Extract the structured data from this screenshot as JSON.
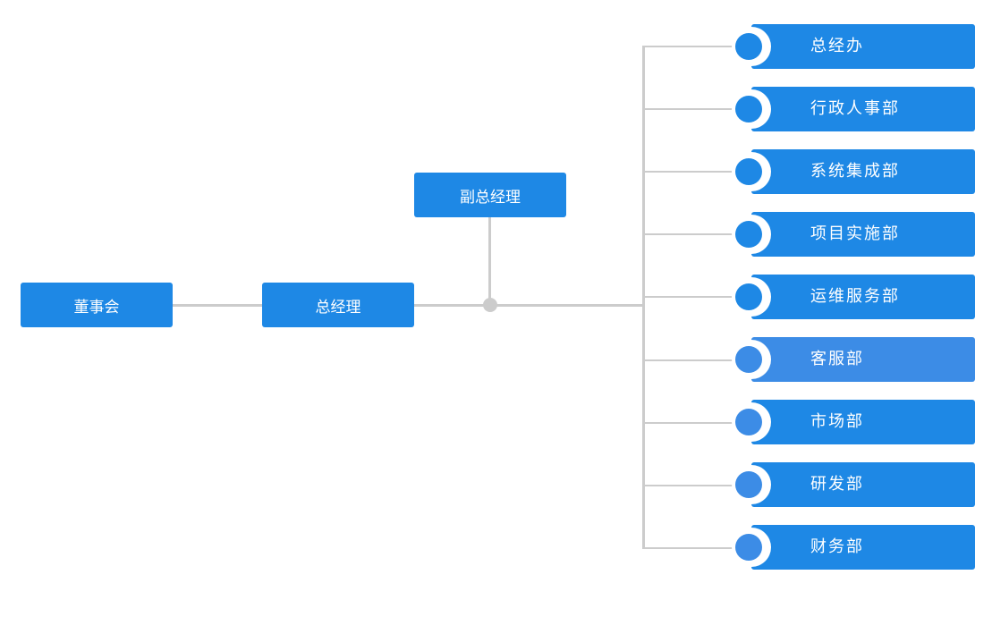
{
  "nodes": {
    "board": "董事会",
    "gm": "总经理",
    "vgm": "副总经理"
  },
  "departments": [
    {
      "label": "总经办"
    },
    {
      "label": "行政人事部"
    },
    {
      "label": "系统集成部"
    },
    {
      "label": "项目实施部"
    },
    {
      "label": "运维服务部"
    },
    {
      "label": "客服部"
    },
    {
      "label": "市场部"
    },
    {
      "label": "研发部"
    },
    {
      "label": "财务部"
    }
  ],
  "colors": {
    "node": "#1e88e5",
    "highlight": "#3c8ce6",
    "line": "#cccccc"
  }
}
